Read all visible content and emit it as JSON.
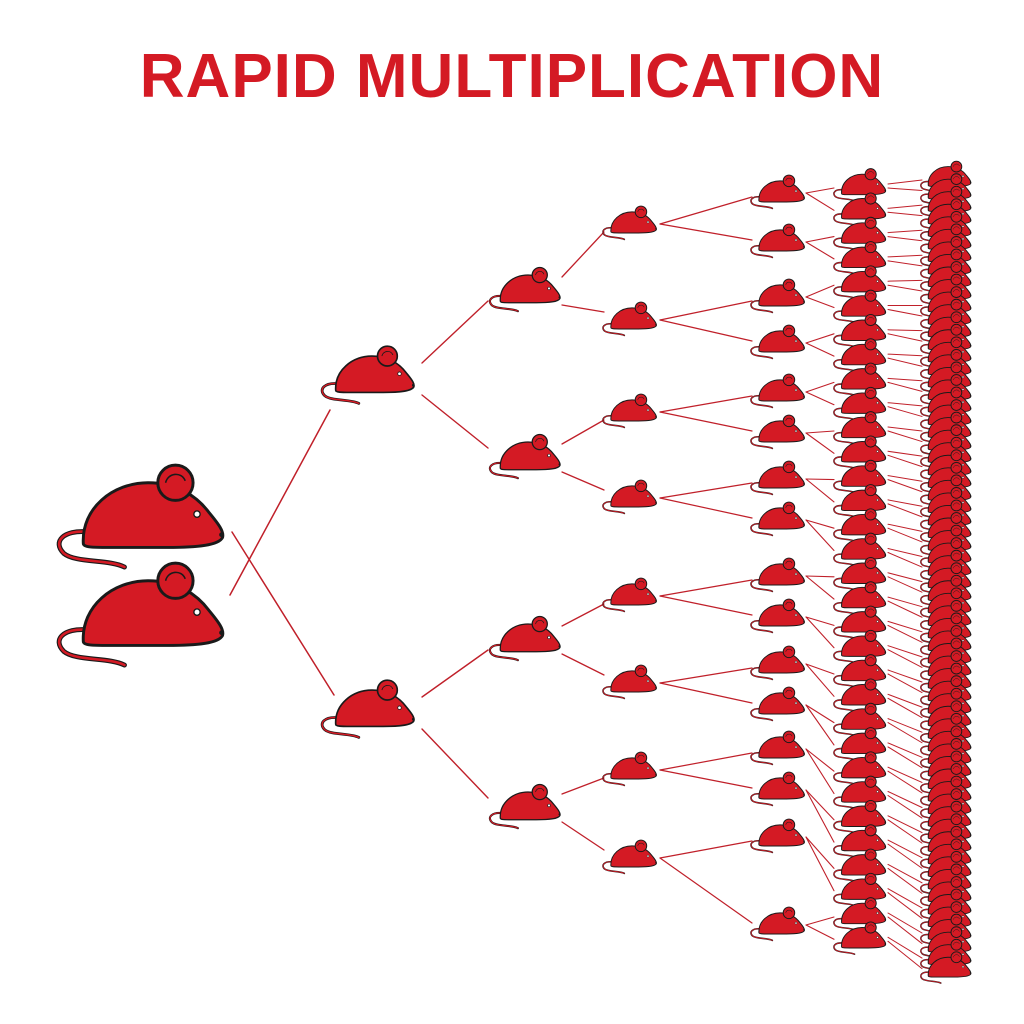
{
  "title": "RAPID MULTIPLICATION",
  "colors": {
    "title": "#d41a24",
    "mouse_fill": "#d41a24",
    "outline": "#1a1a1a",
    "link_line": "#c0202a",
    "background": "#ffffff"
  },
  "diagram": {
    "type": "tree",
    "root_icon": "mouse-icon",
    "root_count": 2,
    "branching": "binary",
    "generation_counts": [
      2,
      2,
      4,
      8,
      16,
      32,
      64
    ]
  }
}
